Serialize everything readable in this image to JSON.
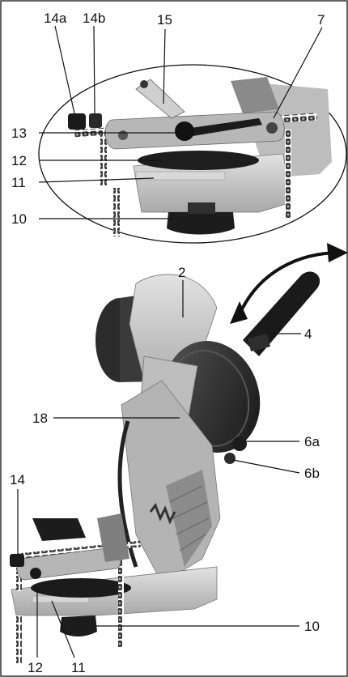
{
  "labels": {
    "top": {
      "l14a": "14a",
      "l14b": "14b",
      "l15": "15",
      "l7": "7",
      "l13": "13",
      "l12": "12",
      "l11": "11",
      "l10": "10"
    },
    "bottom": {
      "l2": "2",
      "l4": "4",
      "l18": "18",
      "l6a": "6a",
      "l6b": "6b",
      "l14": "14",
      "l10": "10",
      "l12": "12",
      "l11": "11"
    }
  },
  "colors": {
    "metal_light": "#c8c8c8",
    "metal_mid": "#9a9a9a",
    "dark": "#2a2a2a",
    "black": "#151515",
    "chain": "#3a3a3a"
  }
}
